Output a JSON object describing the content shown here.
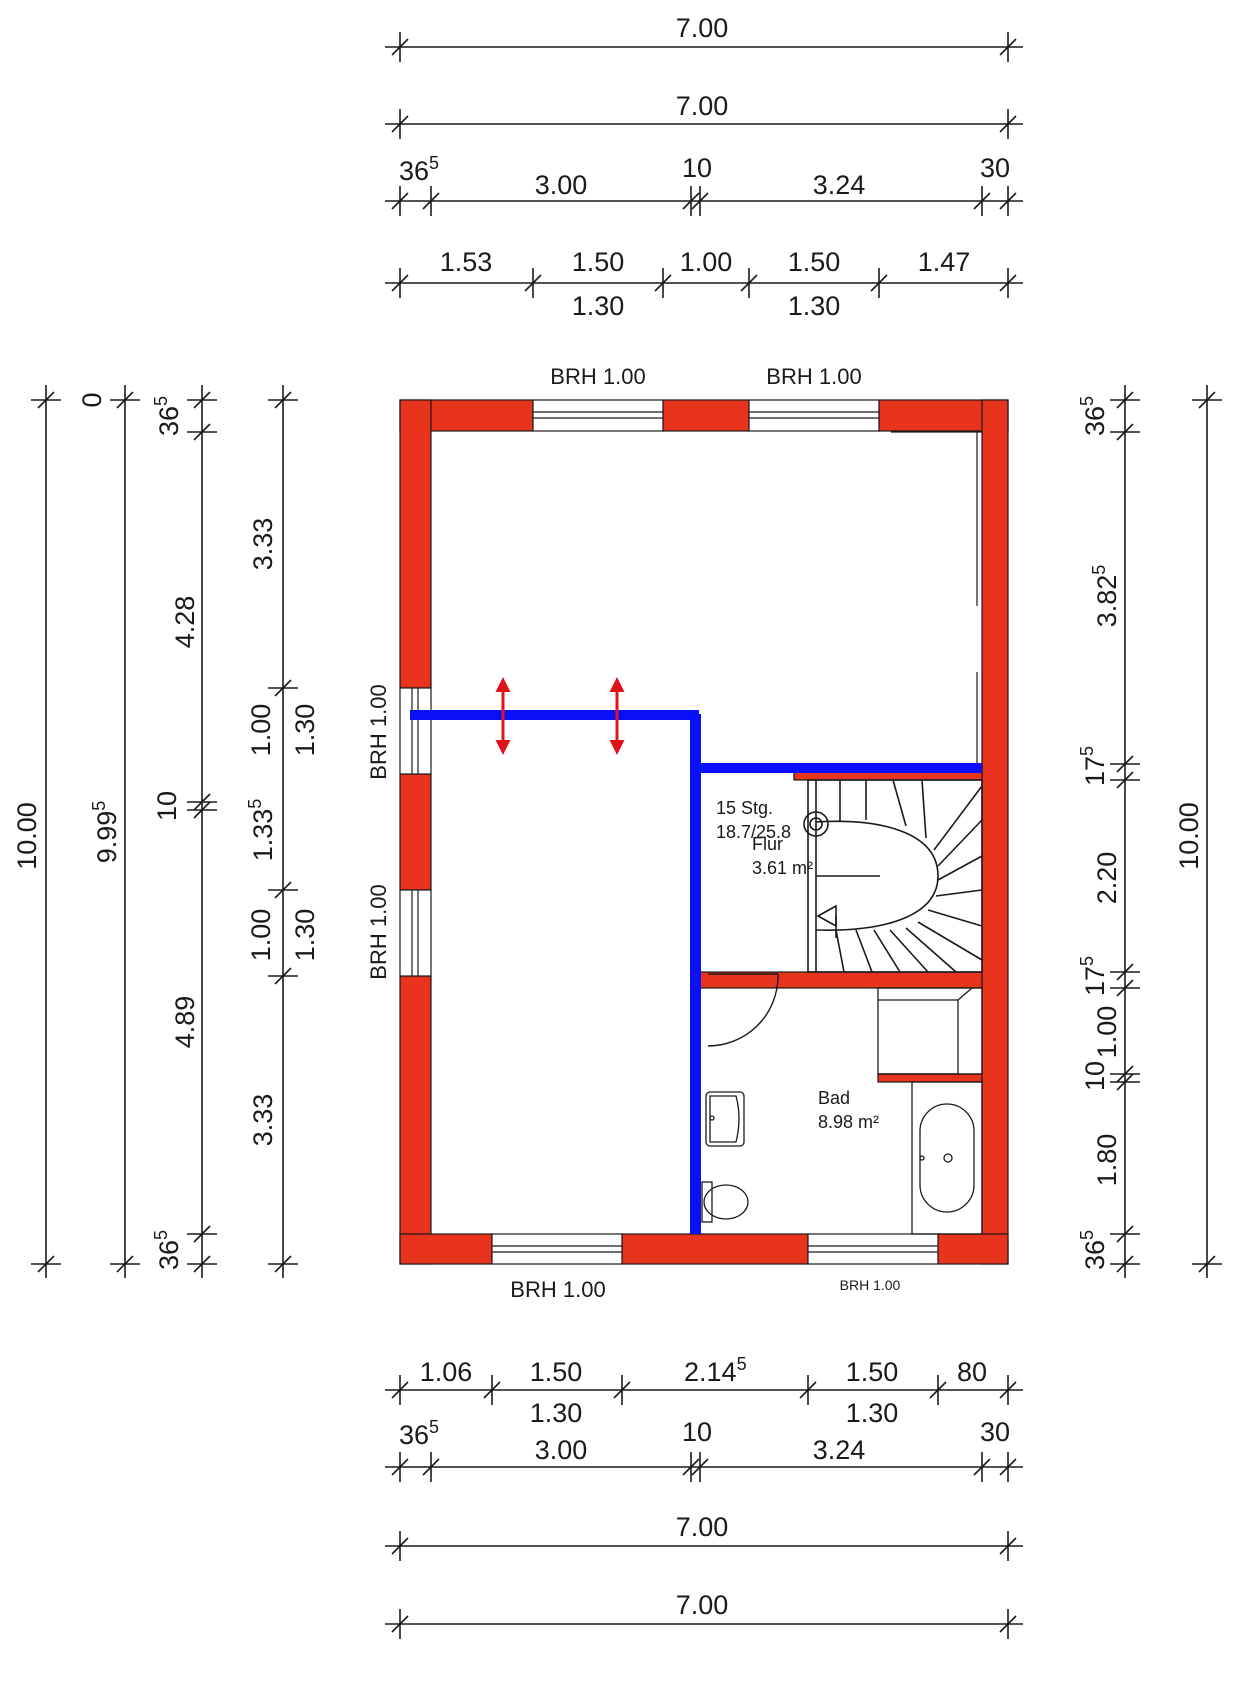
{
  "colors": {
    "wall": "#e8341c",
    "new_wall": "#0a10f5",
    "arrow": "#e0141a",
    "line": "#1a1a1a"
  },
  "top_dims": {
    "row1": {
      "total": "7.00"
    },
    "row2": {
      "total": "7.00"
    },
    "row3": {
      "a": "36",
      "a_sup": "5",
      "b": "3.00",
      "c": "10",
      "d": "3.24",
      "e": "30"
    },
    "row4": {
      "a": "1.53",
      "b": "1.50",
      "b_sub": "1.30",
      "c": "1.00",
      "d": "1.50",
      "d_sub": "1.30",
      "e": "1.47"
    }
  },
  "bottom_dims": {
    "row1": {
      "a": "1.06",
      "b": "1.50",
      "b_sub": "1.30",
      "c": "2.14",
      "c_sup": "5",
      "d": "1.50",
      "d_sub": "1.30",
      "e": "80"
    },
    "row2": {
      "a": "36",
      "a_sup": "5",
      "b": "3.00",
      "c": "10",
      "d": "3.24",
      "e": "30"
    },
    "row3": {
      "total": "7.00"
    },
    "row4": {
      "total": "7.00"
    }
  },
  "left_dims": {
    "col1": {
      "total": "10.00"
    },
    "col2": {
      "a": "0",
      "b": "9.99",
      "b_sup": "5"
    },
    "col3": {
      "a": "36",
      "a_sup": "5",
      "b": "4.28",
      "c": "10",
      "d": "4.89",
      "e": "36",
      "e_sup": "5"
    },
    "col4": {
      "a": "3.33",
      "b": "1.00",
      "b_sub": "1.30",
      "c": "1.33",
      "c_sup": "5",
      "d": "1.00",
      "d_sub": "1.30",
      "e": "3.33"
    }
  },
  "right_dims": {
    "col1": {
      "a": "36",
      "a_sup": "5",
      "b": "3.82",
      "b_sup": "5",
      "c": "17",
      "c_sup": "5",
      "d": "2.20",
      "e": "17",
      "e_sup": "5",
      "f": "1.00",
      "g": "10",
      "h": "1.80",
      "i": "36",
      "i_sup": "5"
    },
    "col2": {
      "total": "10.00"
    }
  },
  "windows": {
    "top_left": "BRH 1.00",
    "top_right": "BRH 1.00",
    "left_upper": "BRH 1.00",
    "left_lower": "BRH 1.00",
    "bottom_left": "BRH 1.00",
    "bottom_right": "BRH 1.00"
  },
  "rooms": {
    "stairs": {
      "line1": "15 Stg.",
      "line2": "18.7/25.8"
    },
    "flur": {
      "name": "Flur",
      "area": "3.61 m²"
    },
    "bad": {
      "name": "Bad",
      "area": "8.98 m²"
    }
  }
}
